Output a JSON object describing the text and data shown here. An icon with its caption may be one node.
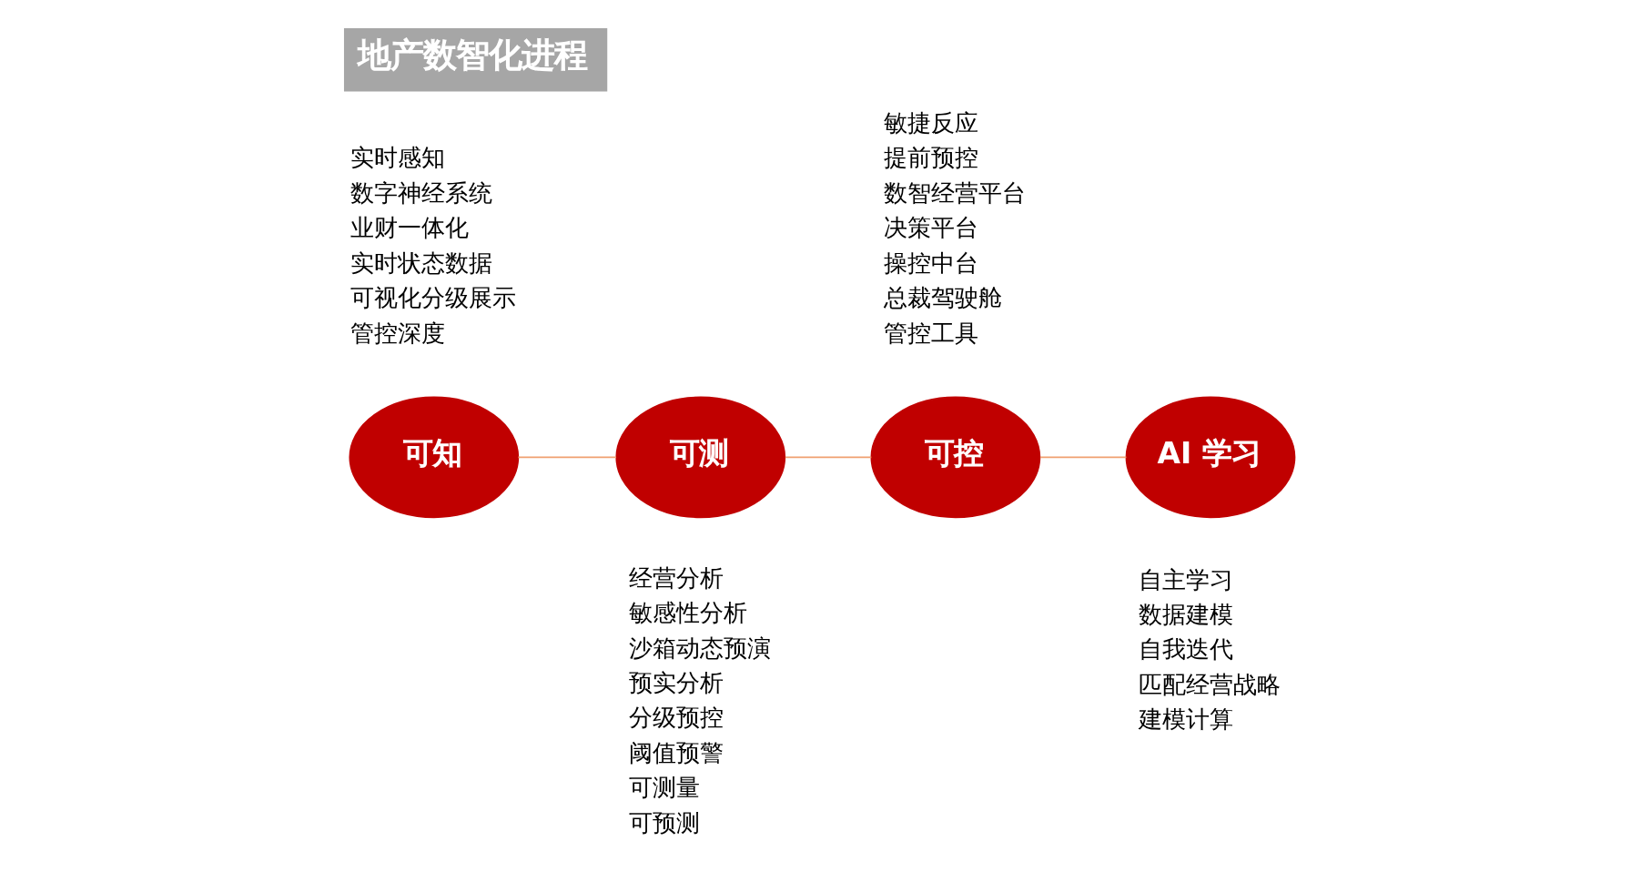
{
  "diagram": {
    "title": "地产数智化进程",
    "nodes": [
      {
        "text": [
          "可知"
        ],
        "beside": [
          "实时感知",
          "数字神经系统",
          "业财一体化",
          "实时状态数据",
          "可视化分级展示",
          "管控深度"
        ]
      },
      {
        "text": [
          "可测"
        ],
        "beside": [
          "经营分析",
          "敏感性分析",
          "沙箱动态预演",
          "预实分析",
          "分级预控",
          "阈值预警",
          "可测量",
          "可预测"
        ]
      },
      {
        "text": [
          "可控"
        ],
        "beside": [
          "敏捷反应",
          "提前预控",
          "数智经营平台",
          "决策平台",
          "操控中台",
          "总裁驾驶舱",
          "管控工具"
        ]
      },
      {
        "text": [
          "AI 学习"
        ],
        "beside": [
          "自主学习",
          "数据建模",
          "自我迭代",
          "匹配经营战略",
          "建模计算"
        ]
      }
    ],
    "edges": [
      {
        "from": 0,
        "to": 1,
        "arrow": "none"
      },
      {
        "from": 1,
        "to": 2,
        "arrow": "none"
      },
      {
        "from": 2,
        "to": 3,
        "arrow": "none"
      }
    ]
  }
}
